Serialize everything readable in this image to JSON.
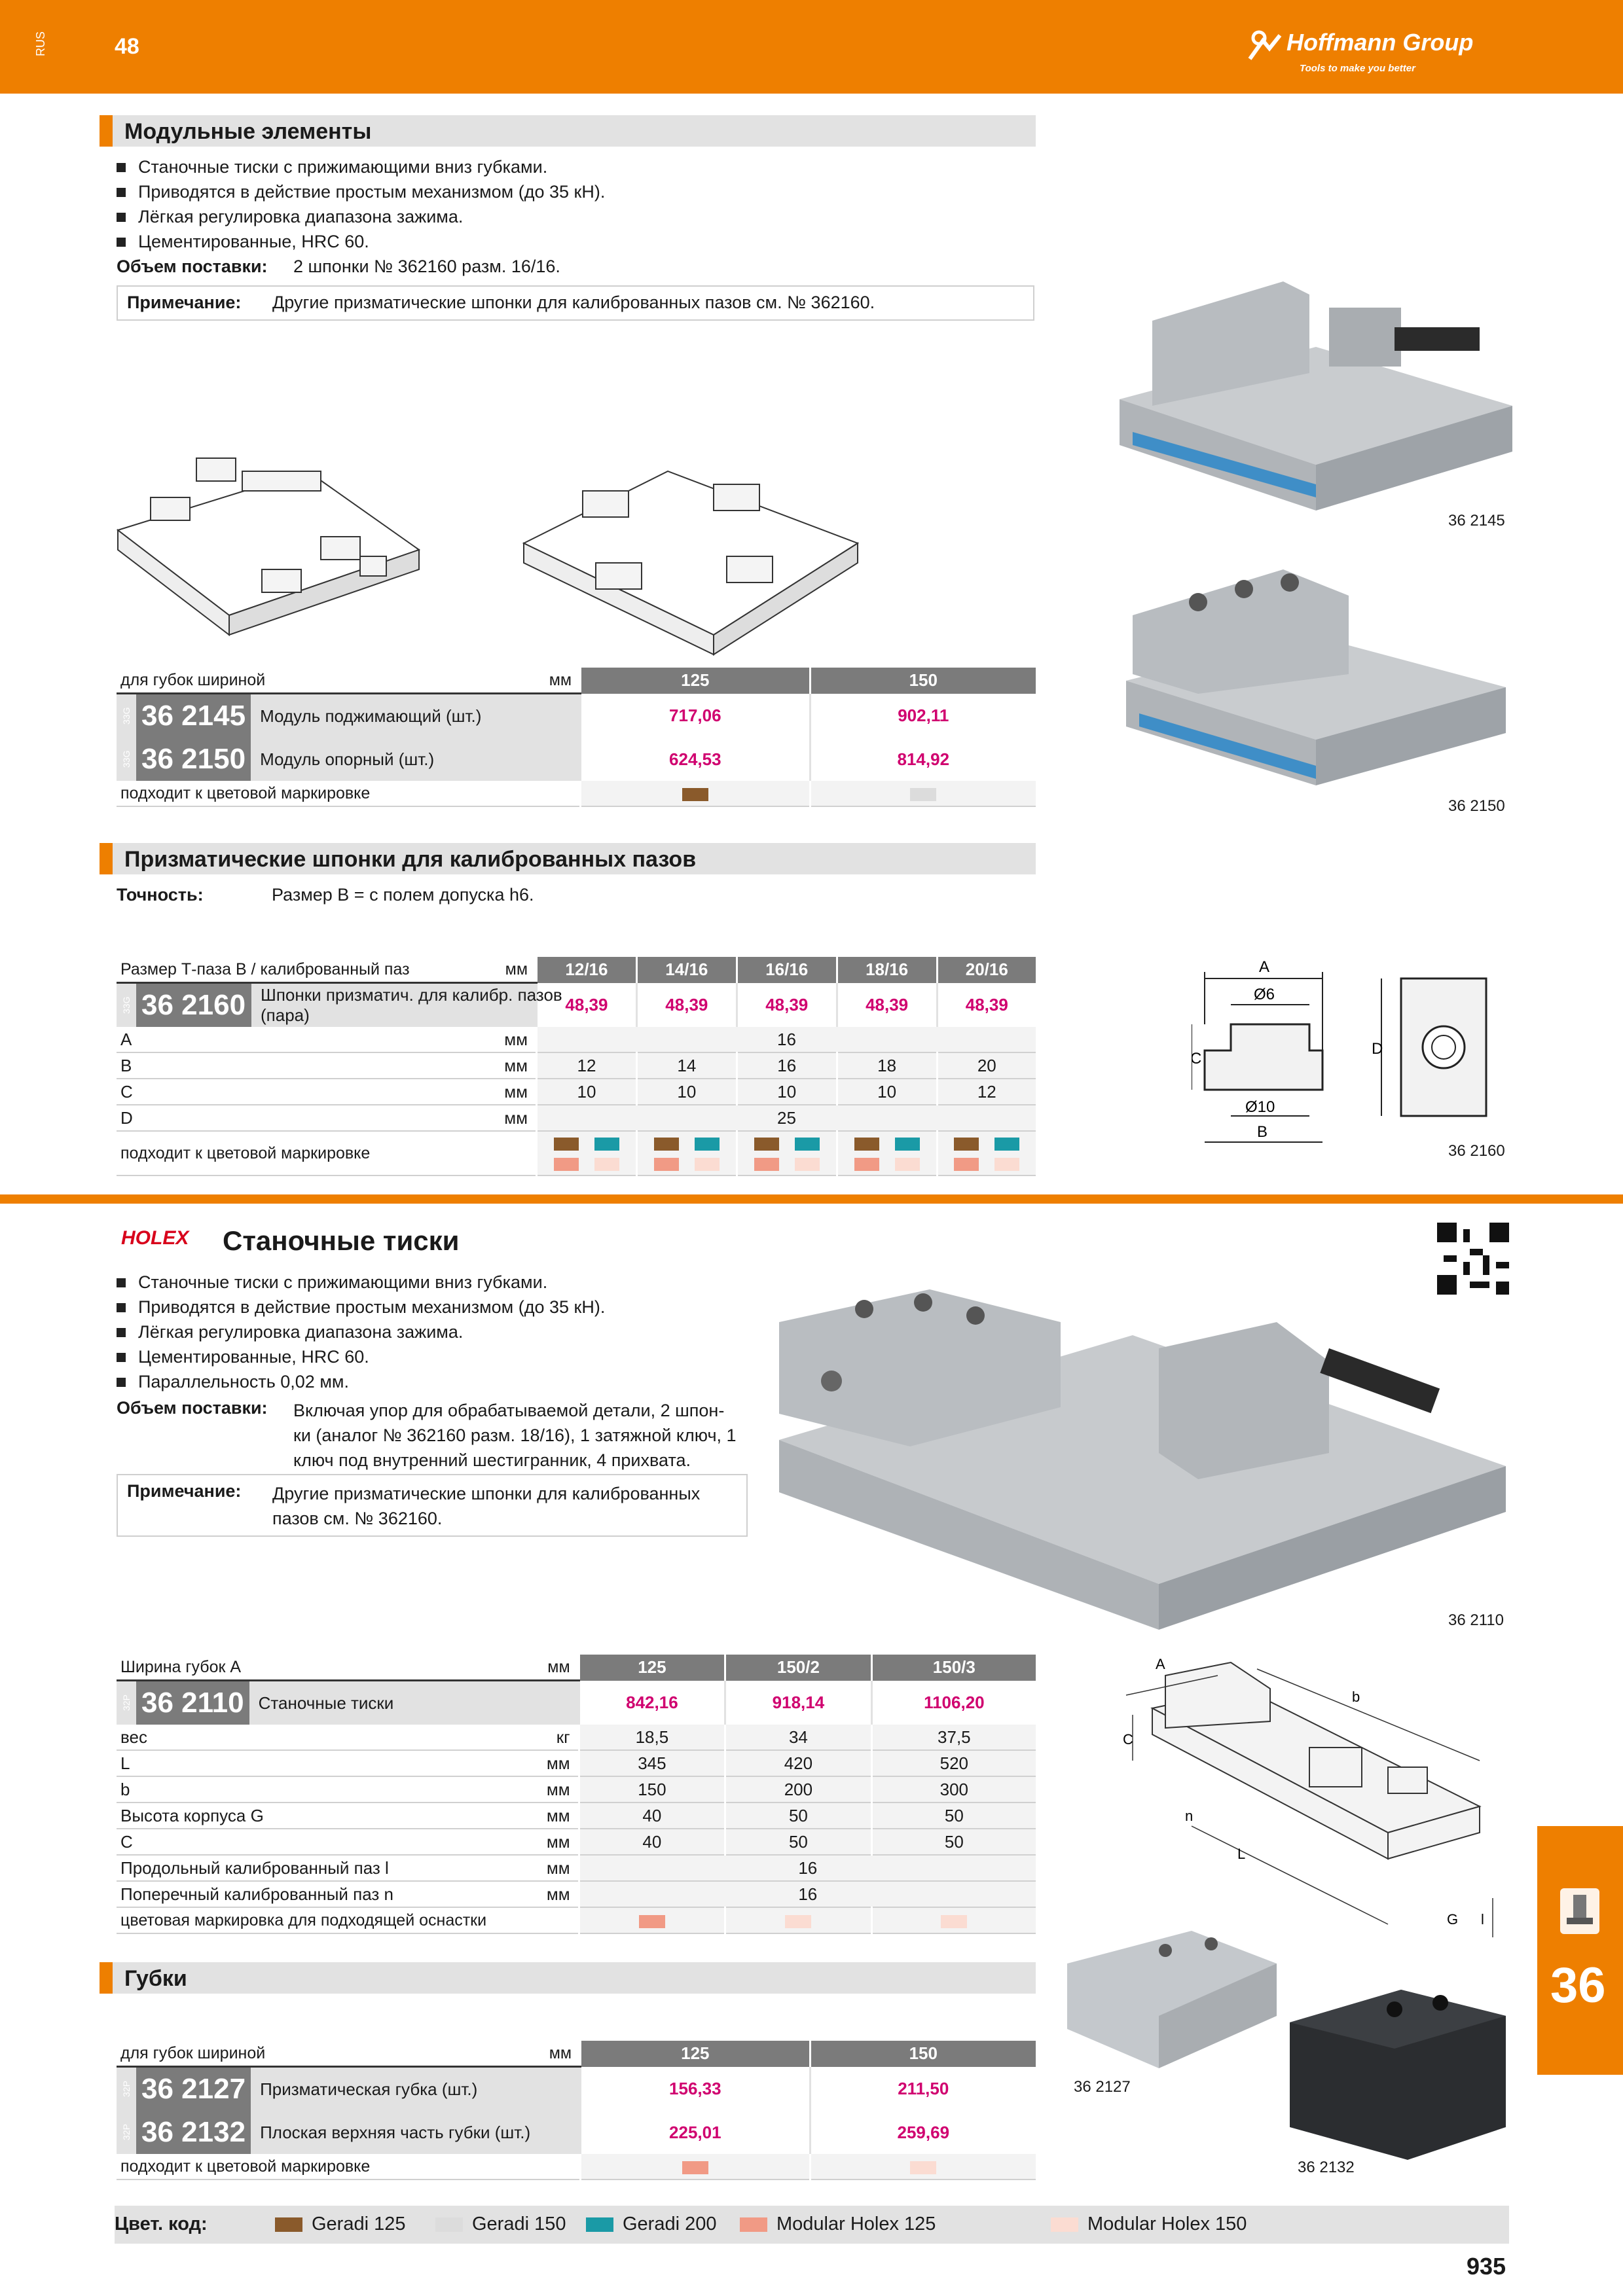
{
  "header": {
    "lang": "RUS",
    "page_left": "48",
    "brand": "Hoffmann Group",
    "tagline": "Tools to make you better"
  },
  "s1": {
    "title": "Модульные элементы",
    "bullets": [
      "Станочные тиски с прижимающими вниз губками.",
      "Приводятся в действие простым механизмом (до 35 кН).",
      "Лёгкая регулировка диапазона зажима.",
      "Цементированные, HRC 60."
    ],
    "supply_label": "Объем поставки:",
    "supply": "2 шпонки № 362160 разм. 16/16.",
    "note_label": "Примечание:",
    "note": "Другие призматические шпонки для калиброванных пазов см. № 362160.",
    "img1": "36 2145",
    "img2": "36 2150",
    "table": {
      "head": "для губок шириной",
      "unit": "мм",
      "cols": [
        "125",
        "150"
      ],
      "rows": [
        {
          "pre": "33G",
          "art": "36 2145",
          "name": "Модуль поджимающий (шт.)",
          "prices": [
            "717,06",
            "902,11"
          ]
        },
        {
          "pre": "33G",
          "art": "36 2150",
          "name": "Модуль опорный (шт.)",
          "prices": [
            "624,53",
            "814,92"
          ]
        }
      ],
      "color_label": "подходит к цветовой маркировке"
    }
  },
  "s2": {
    "title": "Призматические шпонки для калиброванных пазов",
    "acc_label": "Точность:",
    "acc": "Размер В = с полем допуска h6.",
    "img": "36 2160",
    "dims": {
      "A": "A",
      "D": "D",
      "C": "C",
      "B": "B",
      "d6": "Ø6",
      "d10": "Ø10"
    },
    "table": {
      "head": "Размер Т-паза В / калиброванный паз",
      "unit": "мм",
      "cols": [
        "12/16",
        "14/16",
        "16/16",
        "18/16",
        "20/16"
      ],
      "row": {
        "pre": "33G",
        "art": "36 2160",
        "name1": "Шпонки призматич. для калибр. пазов",
        "name2": "(пара)",
        "prices": [
          "48,39",
          "48,39",
          "48,39",
          "48,39",
          "48,39"
        ]
      },
      "specs": [
        {
          "label": "A",
          "unit": "мм",
          "span": "16"
        },
        {
          "label": "B",
          "unit": "мм",
          "vals": [
            "12",
            "14",
            "16",
            "18",
            "20"
          ]
        },
        {
          "label": "C",
          "unit": "мм",
          "vals": [
            "10",
            "10",
            "10",
            "10",
            "12"
          ]
        },
        {
          "label": "D",
          "unit": "мм",
          "span": "25"
        }
      ],
      "color_label": "подходит к цветовой маркировке"
    }
  },
  "s3": {
    "logo": "HOLEX",
    "title": "Станочные тиски",
    "bullets": [
      "Станочные тиски с прижимающими вниз губками.",
      "Приводятся в действие простым механизмом (до 35 кН).",
      "Лёгкая регулировка диапазона зажима.",
      "Цементированные, HRC 60.",
      "Параллельность 0,02 мм."
    ],
    "supply_label": "Объем поставки:",
    "supply": [
      "Включая упор для обрабатываемой детали, 2 шпон-",
      "ки (аналог № 362160 разм. 18/16), 1 затяжной ключ, 1",
      "ключ под внутренний шестигранник, 4 прихвата."
    ],
    "note_label": "Примечание:",
    "note": [
      "Другие призматические шпонки для калиброванных",
      "пазов см. № 362160."
    ],
    "img": "36 2110",
    "dims": {
      "A": "A",
      "b": "b",
      "C": "C",
      "n": "n",
      "L": "L",
      "G": "G",
      "l": "l"
    },
    "table": {
      "head": "Ширина губок А",
      "unit": "мм",
      "cols": [
        "125",
        "150/2",
        "150/3"
      ],
      "row": {
        "pre": "32P",
        "art": "36 2110",
        "name": "Станочные тиски",
        "prices": [
          "842,16",
          "918,14",
          "1106,20"
        ]
      },
      "specs": [
        {
          "label": "вес",
          "unit": "кг",
          "vals": [
            "18,5",
            "34",
            "37,5"
          ]
        },
        {
          "label": "L",
          "unit": "мм",
          "vals": [
            "345",
            "420",
            "520"
          ]
        },
        {
          "label": "b",
          "unit": "мм",
          "vals": [
            "150",
            "200",
            "300"
          ]
        },
        {
          "label": "Высота корпуса G",
          "unit": "мм",
          "vals": [
            "40",
            "50",
            "50"
          ]
        },
        {
          "label": "C",
          "unit": "мм",
          "vals": [
            "40",
            "50",
            "50"
          ]
        },
        {
          "label": "Продольный калиброванный паз l",
          "unit": "мм",
          "span": "16"
        },
        {
          "label": "Поперечный калиброванный паз n",
          "unit": "мм",
          "span": "16"
        }
      ],
      "color_label": "цветовая маркировка для подходящей оснастки"
    }
  },
  "s4": {
    "title": "Губки",
    "img1": "36 2127",
    "img2": "36 2132",
    "table": {
      "head": "для губок шириной",
      "unit": "мм",
      "cols": [
        "125",
        "150"
      ],
      "rows": [
        {
          "pre": "32P",
          "art": "36 2127",
          "name": "Призматическая губка (шт.)",
          "prices": [
            "156,33",
            "211,50"
          ]
        },
        {
          "pre": "32P",
          "art": "36 2132",
          "name": "Плоская верхняя часть губки (шт.)",
          "prices": [
            "225,01",
            "259,69"
          ]
        }
      ],
      "color_label": "подходит к цветовой маркировке"
    }
  },
  "tab": "36",
  "legend": {
    "label": "Цвет. код:",
    "items": [
      {
        "name": "Geradi 125",
        "color": "#8a5a2b"
      },
      {
        "name": "Geradi 150",
        "color": "#dcdcdc"
      },
      {
        "name": "Geradi 200",
        "color": "#1a9aa6"
      },
      {
        "name": "Modular Holex 125",
        "color": "#f19a85"
      },
      {
        "name": "Modular Holex 150",
        "color": "#fbdcd2"
      }
    ]
  },
  "page_right": "935"
}
